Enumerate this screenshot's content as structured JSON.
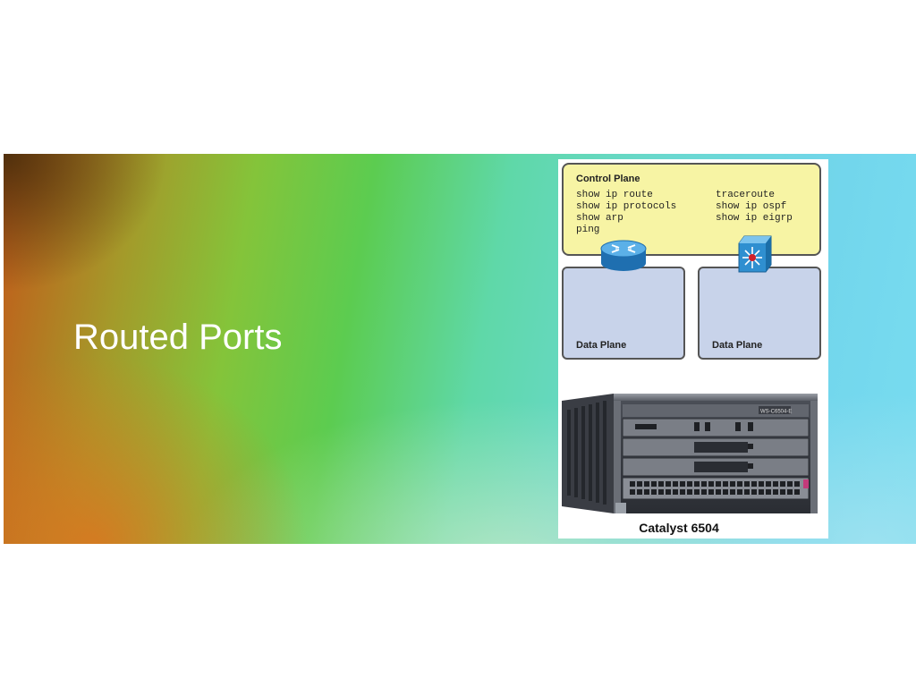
{
  "slide": {
    "title": "Routed Ports"
  },
  "figure": {
    "control_plane": {
      "title": "Control Plane",
      "commands_left": [
        "show ip route",
        "show ip protocols",
        "show arp",
        "ping"
      ],
      "commands_right": [
        "traceroute",
        "show ip ospf",
        "show ip eigrp"
      ]
    },
    "data_planes": [
      {
        "label": "Data Plane",
        "device_icon": "router-icon"
      },
      {
        "label": "Data Plane",
        "device_icon": "multilayer-switch-icon"
      }
    ],
    "chassis": {
      "model_badge": "WS-C6504-E",
      "caption": "Catalyst 6504"
    }
  },
  "colors": {
    "control_plane_fill": "#f7f4a4",
    "data_plane_fill": "#c8d3ea",
    "device_blue": "#2f8fd0"
  }
}
